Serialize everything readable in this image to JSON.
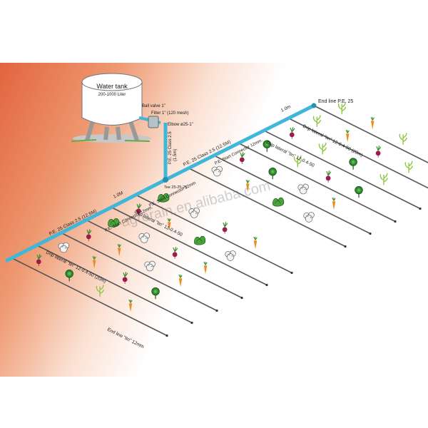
{
  "tank": {
    "title": "Water tank",
    "capacity": "200-1000 Liter"
  },
  "fittings": {
    "ball_valve": "Ball valve 1\"",
    "filter": "Filter 1\" (120 mesh)",
    "elbow": "Elbow ø25-1\"",
    "tee": "Tee 25-25-25"
  },
  "vertical_pipe": {
    "label": "P.E. 25 Class 2.5",
    "length": "(1.5m)"
  },
  "upper_main": {
    "label": "P.E. 25 Class 2.5 (12.5M)",
    "spacing": "1.0m",
    "end_label": "End line P.E. 25"
  },
  "lower_main": {
    "label": "P.E. 25 Class 2.5 (12.5M)",
    "spacing": "1.0M"
  },
  "connectors": {
    "upper": "P.E. Start Connector 12mm.",
    "lower_a": "P.E. Start Connector 12mm.",
    "lower_b": "P.E. Start Connector 12mm"
  },
  "laterals": {
    "upper_a": "Drip lateral \"tin\" 12-0.4-50 (20m)",
    "upper_b": "Drip lateral \"tin\" 12-0.4-50",
    "lower_a": "Drip lateral \"tin\" 12-0.4-50",
    "lower_b": "Drip lateral \"tin\" 12-0.4-50 (20m)"
  },
  "end_line_lateral": "End line \"tin\" 12mm",
  "watermark": "agrorain.en.alibaba.com",
  "colors": {
    "pipe": "#3fb7d9",
    "lateral": "#555555",
    "background_warm": "#e2643e"
  },
  "icons": [
    "cauliflower",
    "lettuce",
    "beetroot",
    "carrot",
    "cabbage",
    "seedling"
  ]
}
